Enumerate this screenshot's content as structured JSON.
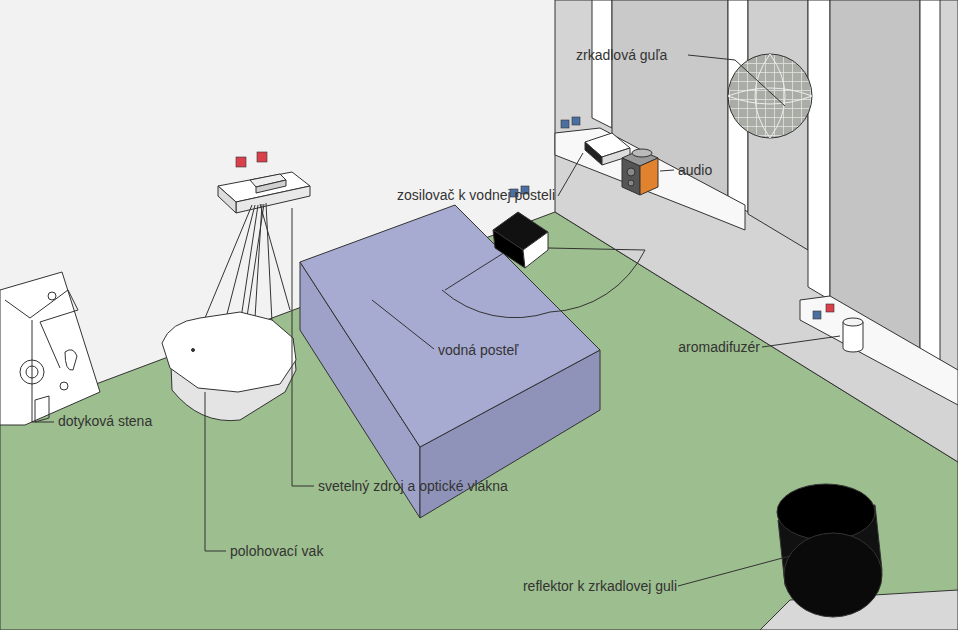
{
  "diagram": {
    "labels": [
      "zrkadlová guľa",
      "audio",
      "zosilovač k vodnej posteli",
      "aromadifuzér",
      "vodná posteľ",
      "dotyková stena",
      "svetelný zdroj a optické vlákna",
      "polohovací vak",
      "reflektor k zrkadlovej guli"
    ]
  }
}
